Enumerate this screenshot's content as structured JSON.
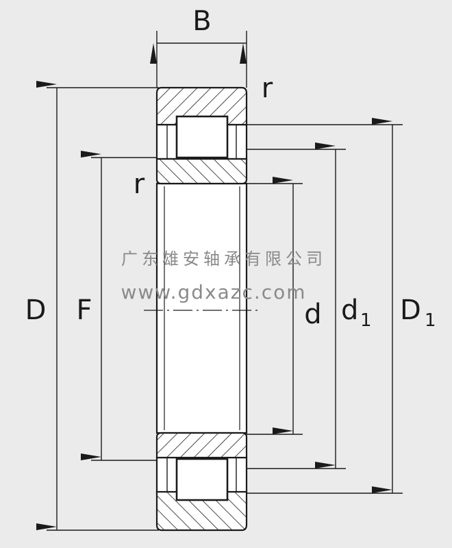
{
  "labels": {
    "B": "B",
    "r_top": "r",
    "r_left": "r",
    "D": "D",
    "F": "F",
    "d": "d",
    "d1_main": "d",
    "d1_sub": "1",
    "D1_main": "D",
    "D1_sub": "1"
  },
  "watermark": {
    "company": "广东雄安轴承有限公司",
    "url": "www.gdxazc.com"
  },
  "colors": {
    "background": "#ebebeb",
    "line": "#1a1a1a",
    "watermark": "#8a8a8a"
  }
}
